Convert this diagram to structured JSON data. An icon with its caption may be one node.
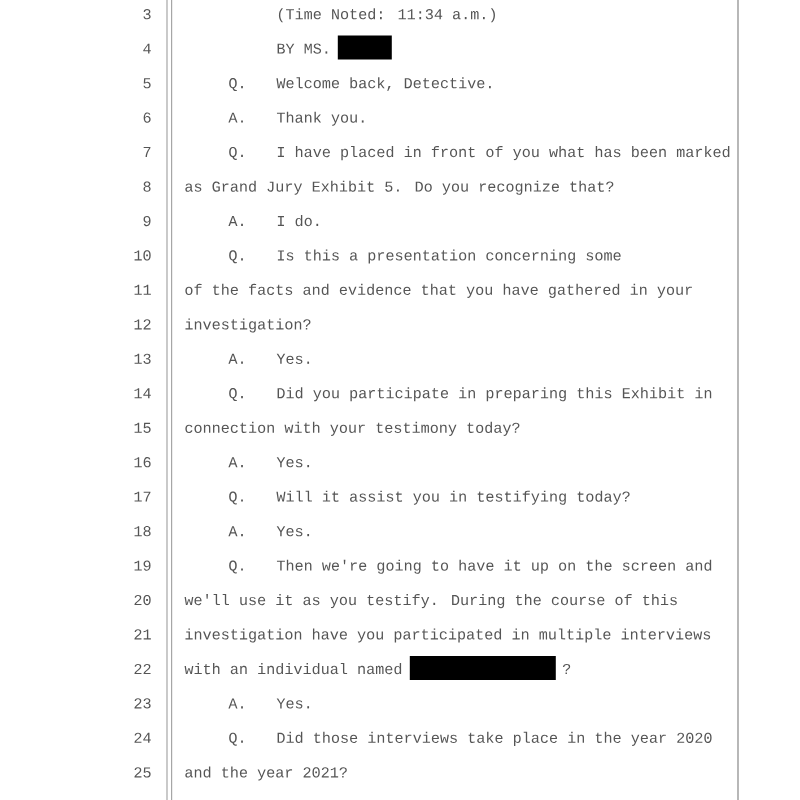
{
  "diagram": {
    "labels": [
      "3",
      "(Time Noted: 11:34 a.m.)",
      "4",
      "BY MS.",
      "5",
      "Q.",
      "Welcome back, Detective.",
      "6",
      "A.",
      "Thank you.",
      "7",
      "Q.",
      "I have placed in front of you what has been marked",
      "8",
      "as Grand Jury Exhibit 5.  Do you recognize that?",
      "9",
      "A.",
      "I do.",
      "10",
      "Q.",
      "Is this a presentation concerning some",
      "11",
      "of the facts and evidence that you have gathered in your",
      "12",
      "investigation?",
      "13",
      "A.",
      "Yes.",
      "14",
      "Q.",
      "Did you participate in preparing this Exhibit in",
      "15",
      "connection with your testimony today?",
      "16",
      "A.",
      "Yes.",
      "17",
      "Q.",
      "Will it assist you in testifying today?",
      "18",
      "A.",
      "Yes.",
      "19",
      "Q.",
      "Then we're going to have it up on the screen and",
      "20",
      "we'll use it as you testify.  During the course of this",
      "21",
      "investigation have you participated in multiple interviews",
      "22",
      "with an individual named",
      "?",
      "23",
      "A.",
      "Yes.",
      "24",
      "Q.",
      "Did those interviews take place in the year 2020",
      "25",
      "and the year 2021?"
    ]
  }
}
